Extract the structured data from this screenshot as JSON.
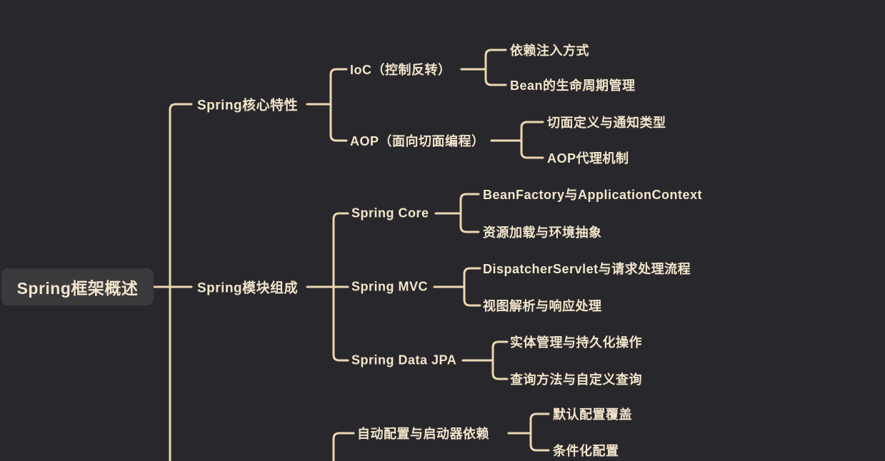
{
  "mindmap": {
    "root": "Spring框架概述",
    "branches": [
      {
        "label": "Spring核心特性",
        "nodes": [
          {
            "label": "IoC（控制反转）",
            "leaves": [
              "依赖注入方式",
              "Bean的生命周期管理"
            ]
          },
          {
            "label": "AOP（面向切面编程）",
            "leaves": [
              "切面定义与通知类型",
              "AOP代理机制"
            ]
          }
        ]
      },
      {
        "label": "Spring模块组成",
        "nodes": [
          {
            "label": "Spring Core",
            "leaves": [
              "BeanFactory与ApplicationContext",
              "资源加载与环境抽象"
            ]
          },
          {
            "label": "Spring MVC",
            "leaves": [
              "DispatcherServlet与请求处理流程",
              "视图解析与响应处理"
            ]
          },
          {
            "label": "Spring Data JPA",
            "leaves": [
              "实体管理与持久化操作",
              "查询方法与自定义查询"
            ]
          }
        ]
      },
      {
        "nodes": [
          {
            "label": "自动配置与启动器依赖",
            "leaves": [
              "默认配置覆盖",
              "条件化配置"
            ]
          }
        ]
      }
    ],
    "colors": {
      "background": "#28282c",
      "line": "#ecd7b2",
      "text": "#f2e5cb",
      "root_box_background": "#3a3a3d"
    }
  }
}
